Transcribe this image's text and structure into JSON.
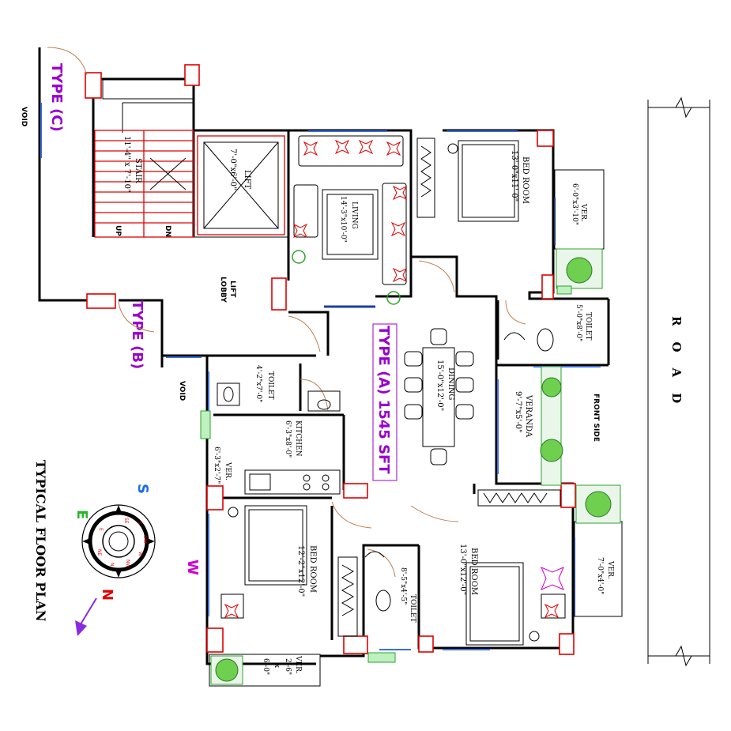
{
  "plan": {
    "title": "TYPICAL FLOOR PLAN",
    "road": "ROAD",
    "front_side": "FRONT SIDE",
    "type_a": "TYPE (A) 1545 SFT",
    "type_b": "TYPE (B)",
    "type_c": "TYPE (C)",
    "void_top": "VOID",
    "void_mid": "VOID",
    "lift_lobby": [
      "LIFT",
      "LOBBY"
    ],
    "up": "UP",
    "dn": "DN",
    "rooms": {
      "stair": {
        "name": "STAIR",
        "dims": "11'-4\" x 7'-10\""
      },
      "lift": {
        "name": "LIFT",
        "dims": "7'-0\"x6'-0\""
      },
      "living": {
        "name": "LIVING",
        "dims": "14'-3\"x10'-0\""
      },
      "bed_top": {
        "name": "BED ROOM",
        "dims": "13'-0\"x11'-0\""
      },
      "ver_top": {
        "name": "VER.",
        "dims": "6'-0\"x3'-10\""
      },
      "toilet_right": {
        "name": "TOILET",
        "dims": "5'-0\"x8'-0\""
      },
      "dining": {
        "name": "DINING",
        "dims": "15'-0\"x12'-0\""
      },
      "veranda": {
        "name": "VERANDA",
        "dims": "9'-7\"x5'-0\""
      },
      "toilet_left": {
        "name": "TOILET",
        "dims": "4'-2\"x7'-0\""
      },
      "kitchen": {
        "name": "KITCHEN",
        "dims": "6'-3\"x8'-0\""
      },
      "ver_kitchen": {
        "name": "VER.",
        "dims": "6'-3\"x2'-7\""
      },
      "bed_left": {
        "name": "BED ROOM",
        "dims": "12'-2\"x12'-0\""
      },
      "toilet_mid": {
        "name": "TOILET",
        "dims": "8'-5\"x4'-5\""
      },
      "bed_right": {
        "name": "BED ROOM",
        "dims": "13'-0\"x12'-0\""
      },
      "ver_right": {
        "name": "VER.",
        "dims": "7'-0\"x4'-0\""
      },
      "ver_bottom": {
        "name": "VER.",
        "dims": [
          "2'-6\"",
          "x",
          "6'-0\""
        ]
      }
    },
    "compass": {
      "letters": {
        "S": "S",
        "E": "E",
        "W": "W",
        "N": "N"
      },
      "sectors": [
        "SE",
        "S",
        "SW",
        "W",
        "NW",
        "N",
        "NE",
        "E"
      ],
      "colors": {
        "S": "#1a6fe0",
        "E": "#2bb52b",
        "W": "#d000d0",
        "N": "#e00000",
        "arrow": "#8a2be2"
      }
    },
    "colors": {
      "wall": "#000000",
      "column": "#e00000",
      "window": "#3a6fd8",
      "type_label": "#9900cc",
      "plant": "#2ea32e"
    }
  }
}
